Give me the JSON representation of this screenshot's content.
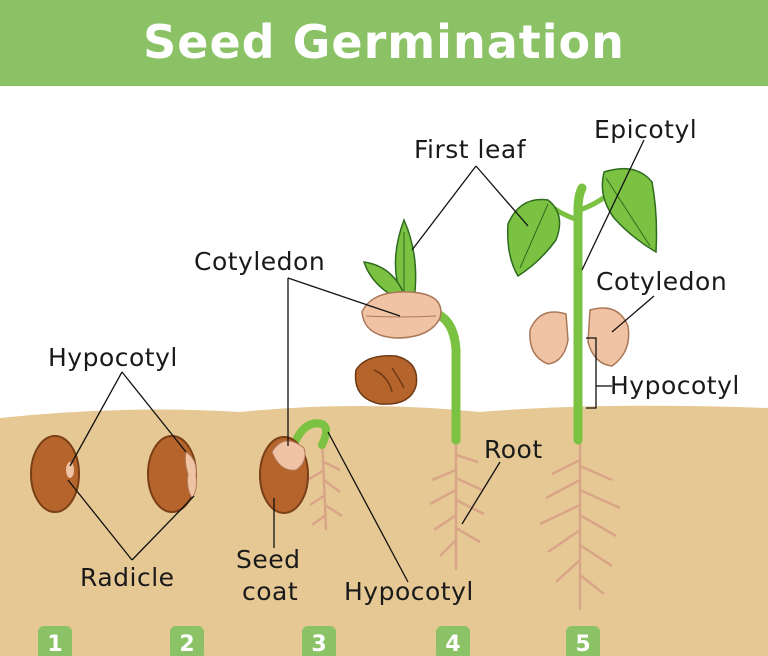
{
  "title": "Seed Germination",
  "colors": {
    "banner": "#8cc266",
    "soil": "#e6c894",
    "seed": "#b5652c",
    "stem": "#7cc242",
    "leaf": "#7cc242",
    "cotyledon": "#f1c3a5",
    "root": "#e9b89a",
    "badge": "#8cc266"
  },
  "labels": {
    "hypocotyl_1": "Hypocotyl",
    "radicle": "Radicle",
    "cotyledon_3": "Cotyledon",
    "seed_coat_line1": "Seed",
    "seed_coat_line2": "coat",
    "hypocotyl_3": "Hypocotyl",
    "first_leaf": "First leaf",
    "root": "Root",
    "epicotyl": "Epicotyl",
    "cotyledon_5": "Cotyledon",
    "hypocotyl_5": "Hypocotyl"
  },
  "stages": [
    "1",
    "2",
    "3",
    "4",
    "5"
  ]
}
